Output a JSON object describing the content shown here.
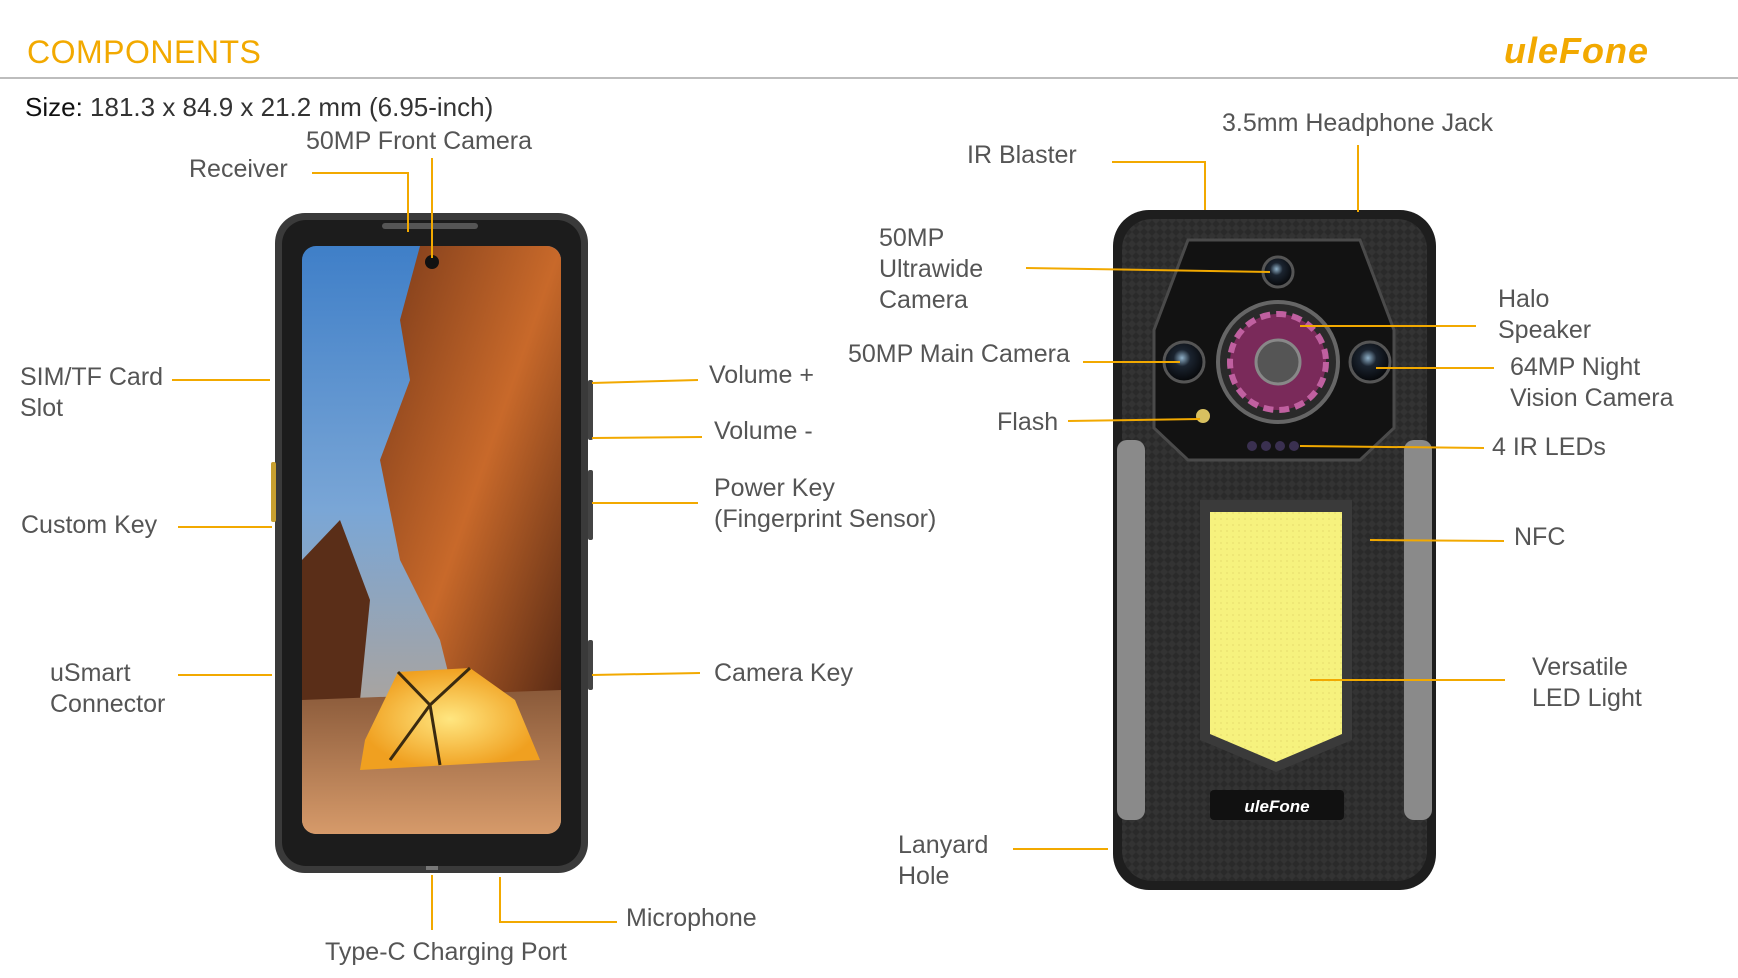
{
  "header": {
    "title": "COMPONENTS",
    "brand": "uleFone"
  },
  "size": {
    "label": "Size:",
    "value": "181.3 x 84.9 x 21.2 mm (6.95-inch)"
  },
  "colors": {
    "accent": "#F2A900",
    "leader_line": "#F2A900",
    "label_text": "#555555",
    "phone_body": "#2b2b2b",
    "led_panel": "#F4F07A"
  },
  "front_callouts": {
    "front_camera": "50MP Front Camera",
    "receiver": "Receiver",
    "sim_slot_1": "SIM/TF Card",
    "sim_slot_2": "Slot",
    "volume_up": "Volume +",
    "volume_down": "Volume -",
    "power_key_1": "Power Key",
    "power_key_2": "(Fingerprint Sensor)",
    "custom_key": "Custom Key",
    "usmart_1": "uSmart",
    "usmart_2": "Connector",
    "camera_key": "Camera Key",
    "microphone": "Microphone",
    "typec_port": "Type-C Charging Port"
  },
  "back_callouts": {
    "headphone_jack": "3.5mm Headphone Jack",
    "ir_blaster": "IR Blaster",
    "ultrawide_1": "50MP",
    "ultrawide_2": "Ultrawide",
    "ultrawide_3": "Camera",
    "halo_1": "Halo",
    "halo_2": "Speaker",
    "main_camera": "50MP Main Camera",
    "night_1": "64MP Night",
    "night_2": "Vision Camera",
    "flash": "Flash",
    "ir_leds": "4 IR LEDs",
    "nfc": "NFC",
    "led_light_1": "Versatile",
    "led_light_2": "LED Light",
    "lanyard_1": "Lanyard",
    "lanyard_2": "Hole"
  },
  "back_logo": "uleFone"
}
